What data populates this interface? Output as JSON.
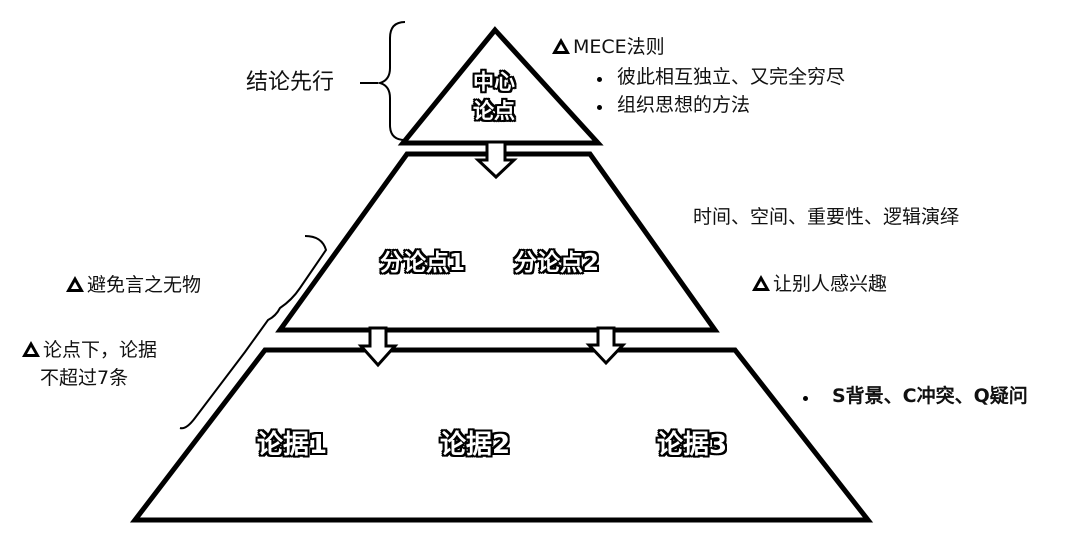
{
  "pyramid": {
    "top": {
      "line1": "中心",
      "line2": "论点"
    },
    "middle": {
      "point1": "分论点1",
      "point2": "分论点2"
    },
    "bottom": {
      "evidence1": "论据1",
      "evidence2": "论据2",
      "evidence3": "论据3"
    }
  },
  "left": {
    "conclusion_first": "结论先行",
    "avoid_empty": "避免言之无物",
    "evidence_limit_line1": "论点下，论据",
    "evidence_limit_line2": "不超过7条"
  },
  "right": {
    "mece_title": "MECE法则",
    "mece_bullets": [
      "彼此相互独立、又完全穷尽",
      "组织思想的方法"
    ],
    "order_methods": "时间、空间、重要性、逻辑演绎",
    "interest": "让别人感兴趣",
    "scq": "S背景、C冲突、Q疑问"
  },
  "colors": {
    "stroke": "#000000",
    "fill": "#ffffff"
  }
}
